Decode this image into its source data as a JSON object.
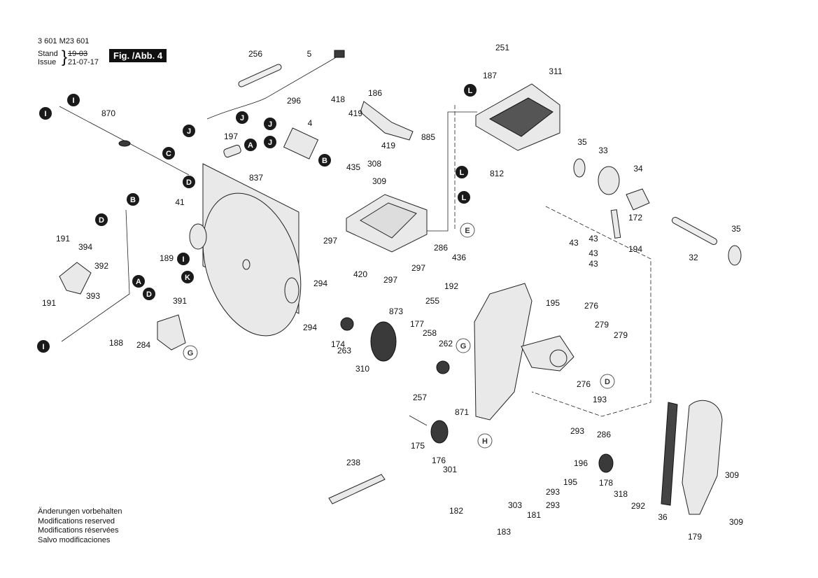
{
  "header": {
    "doc_number": "3 601 M23 601",
    "stand_label": "Stand",
    "issue_label": "Issue",
    "stand_date": "19-03",
    "issue_date": "21-07-17",
    "figure_label": "Fig. /Abb. 4"
  },
  "notes": [
    "Änderungen vorbehalten",
    "Modifications reserved",
    "Modifications réservées",
    "Salvo modificaciones"
  ],
  "part_labels": [
    "256",
    "5",
    "870",
    "296",
    "4",
    "197",
    "186",
    "418",
    "419",
    "419",
    "435",
    "308",
    "309",
    "885",
    "251",
    "187",
    "311",
    "837",
    "41",
    "297",
    "297",
    "297",
    "286",
    "436",
    "192",
    "420",
    "812",
    "35",
    "33",
    "34",
    "172",
    "43",
    "43",
    "43",
    "43",
    "194",
    "35",
    "32",
    "191",
    "394",
    "392",
    "393",
    "191",
    "189",
    "188",
    "284",
    "391",
    "294",
    "294",
    "174",
    "263",
    "310",
    "873",
    "255",
    "177",
    "258",
    "262",
    "195",
    "276",
    "279",
    "279",
    "276",
    "193",
    "286",
    "293",
    "257",
    "175",
    "176",
    "301",
    "871",
    "182",
    "238",
    "303",
    "181",
    "183",
    "196",
    "195",
    "178",
    "318",
    "292",
    "293",
    "293",
    "36",
    "179",
    "309",
    "309"
  ],
  "callouts_black": [
    "I",
    "I",
    "J",
    "J",
    "J",
    "J",
    "B",
    "A",
    "C",
    "D",
    "B",
    "D",
    "L",
    "L",
    "L",
    "A",
    "D",
    "I",
    "I",
    "K"
  ],
  "callouts_white": [
    "E",
    "G",
    "G",
    "D",
    "H"
  ]
}
